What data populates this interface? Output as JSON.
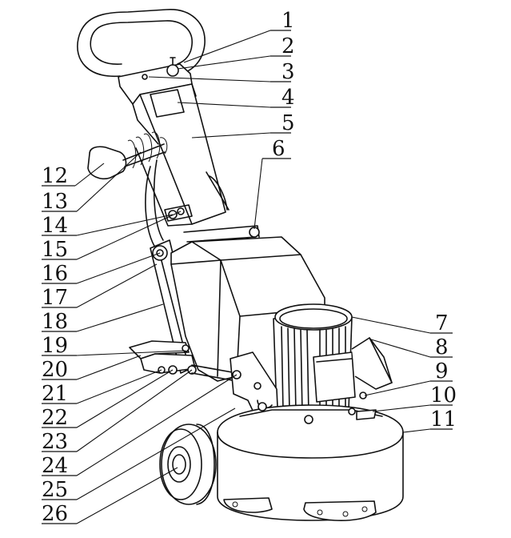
{
  "labels_right": [
    "1",
    "2",
    "3",
    "4",
    "5",
    "6",
    "7",
    "8",
    "9",
    "10",
    "11"
  ],
  "labels_left": [
    "12",
    "13",
    "14",
    "15",
    "16",
    "17",
    "18",
    "19",
    "20",
    "21",
    "22",
    "23",
    "24",
    "25",
    "26"
  ]
}
